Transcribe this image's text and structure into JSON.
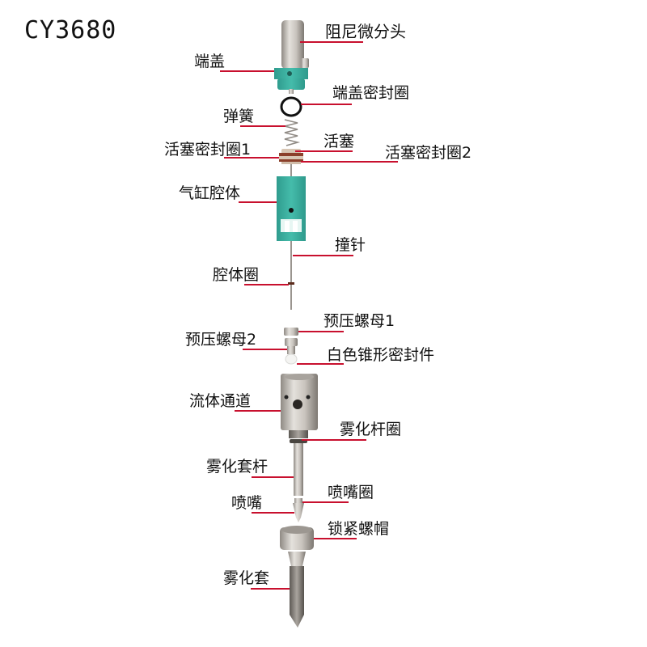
{
  "title": "CY3680",
  "colors": {
    "leader_line": "#c8102e",
    "teal_body": "#3fb3a3",
    "steel": "#b9b4ae",
    "text": "#111111"
  },
  "labels": {
    "damping_micrometer_head": "阻尼微分头",
    "end_cap": "端盖",
    "end_cap_seal": "端盖密封圈",
    "spring": "弹簧",
    "piston": "活塞",
    "piston_seal_1": "活塞密封圈1",
    "piston_seal_2": "活塞密封圈2",
    "cylinder_body": "气缸腔体",
    "striker_needle": "撞针",
    "body_ring": "腔体圈",
    "preload_nut_1": "预压螺母1",
    "preload_nut_2": "预压螺母2",
    "white_cone_seal": "白色锥形密封件",
    "fluid_channel": "流体通道",
    "atomizer_rod_ring": "雾化杆圈",
    "atomizer_sleeve_rod": "雾化套杆",
    "nozzle": "喷嘴",
    "nozzle_ring": "喷嘴圈",
    "lock_nut_cap": "锁紧螺帽",
    "atomizer_sleeve": "雾化套"
  }
}
